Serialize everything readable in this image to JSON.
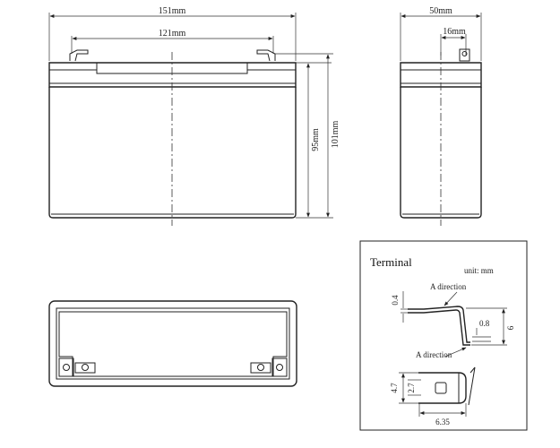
{
  "front_view": {
    "width_label": "151mm",
    "terminal_spacing_label": "121mm",
    "height_label": "95mm",
    "total_height_label": "101mm"
  },
  "side_view": {
    "width_label": "50mm",
    "terminal_offset_label": "16mm"
  },
  "terminal_detail": {
    "title": "Terminal",
    "unit_label": "unit: mm",
    "direction_top_label": "A direction",
    "direction_bottom_label": "A direction",
    "thickness_label": "0.4",
    "tab_offset_label": "0.8",
    "tab_height_label": "6",
    "hole_size_label": "2.7",
    "tab_length_label": "4.7",
    "tab_width_label": "6.35"
  }
}
